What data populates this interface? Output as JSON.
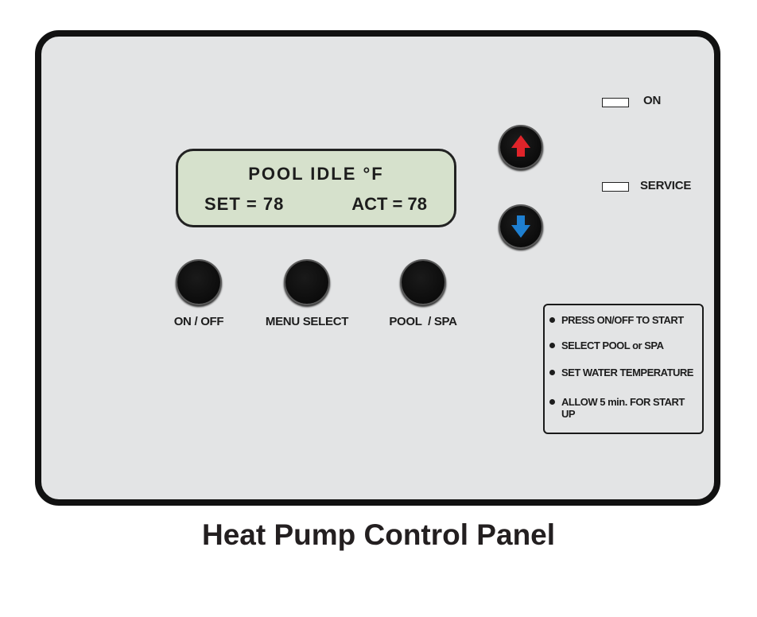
{
  "display": {
    "line1": "POOL IDLE °F",
    "set_text": "SET = 78",
    "act_text": "ACT = 78"
  },
  "buttons": {
    "on_off": "ON / OFF",
    "menu_select": "MENU SELECT",
    "pool_spa": "POOL  / SPA"
  },
  "indicators": {
    "on": "ON",
    "service": "SERVICE"
  },
  "instructions": [
    "PRESS ON/OFF TO START",
    "SELECT POOL or SPA",
    "SET WATER TEMPERATURE",
    "ALLOW 5 min. FOR START UP"
  ],
  "caption": "Heat Pump Control Panel",
  "colors": {
    "panel": "#e3e4e5",
    "lcd": "#d6e1cc",
    "up_arrow": "#e0242a",
    "down_arrow": "#1e7fd0"
  },
  "icons": {
    "up": "up-arrow-icon",
    "down": "down-arrow-icon"
  }
}
